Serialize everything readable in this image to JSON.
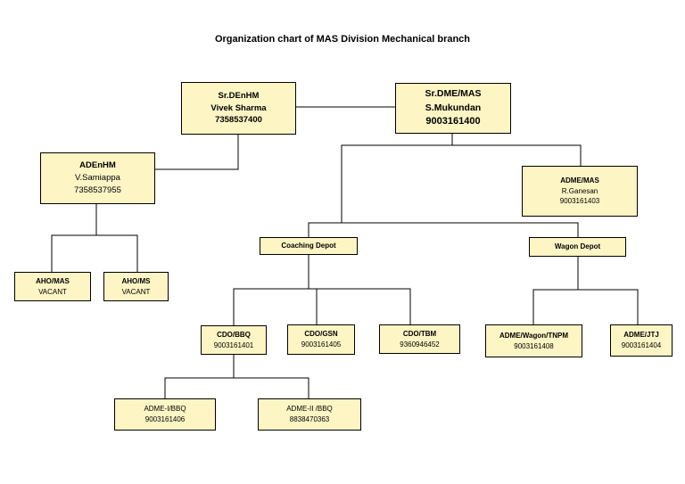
{
  "title": "Organization chart of MAS Division Mechanical branch",
  "colors": {
    "box_fill": "#fdf5c4",
    "box_fill_light": "#fffbdc",
    "border": "#000000"
  },
  "nodes": {
    "sr_denhm": {
      "role": "Sr.DEnHM",
      "name": "Vivek Sharma",
      "phone": "7358537400"
    },
    "sr_dme": {
      "role": "Sr.DME/MAS",
      "name": "S.Mukundan",
      "phone": "9003161400"
    },
    "adenhm": {
      "role": "ADEnHM",
      "name": "V.Samiappa",
      "phone": "7358537955"
    },
    "adme_mas": {
      "role": "ADME/MAS",
      "name": "R.Ganesan",
      "phone": "9003161403"
    },
    "aho_mas": {
      "role": "AHO/MAS",
      "status": "VACANT"
    },
    "aho_ms": {
      "role": "AHO/MS",
      "status": "VACANT"
    },
    "coaching": {
      "role": "Coaching Depot"
    },
    "wagon": {
      "role": "Wagon Depot"
    },
    "cdo_bbq": {
      "role": "CDO/BBQ",
      "phone": "9003161401"
    },
    "cdo_gsn": {
      "role": "CDO/GSN",
      "phone": "9003161405"
    },
    "cdo_tbm": {
      "role": "CDO/TBM",
      "phone": "9360946452"
    },
    "adme_tnpm": {
      "role": "ADME/Wagon/TNPM",
      "phone": "9003161408"
    },
    "adme_jtj": {
      "role": "ADME/JTJ",
      "phone": "9003161404"
    },
    "adme1_bbq": {
      "role": "ADME-I/BBQ",
      "phone": "9003161406"
    },
    "adme2_bbq": {
      "role": "ADME-II /BBQ",
      "phone": "8838470363"
    }
  }
}
